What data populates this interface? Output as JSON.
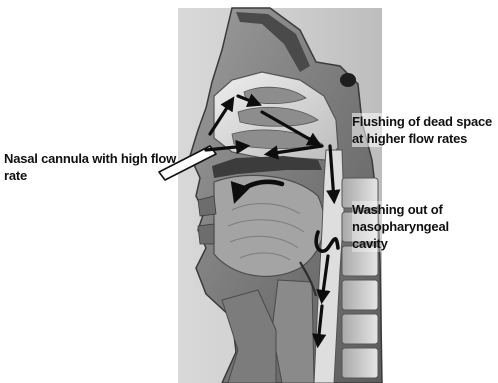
{
  "labels": {
    "cannula": "Nasal cannula with high flow rate",
    "dead_space": "Flushing of dead space at higher flow rates",
    "washing": "Washing out of nasopharyngeal cavity"
  },
  "colors": {
    "background": "#ffffff",
    "model_light": "#c9c9c9",
    "model_mid": "#8a8a8a",
    "model_dark": "#2e2e2e",
    "arrow": "#0d0d0d",
    "text": "#111111"
  }
}
